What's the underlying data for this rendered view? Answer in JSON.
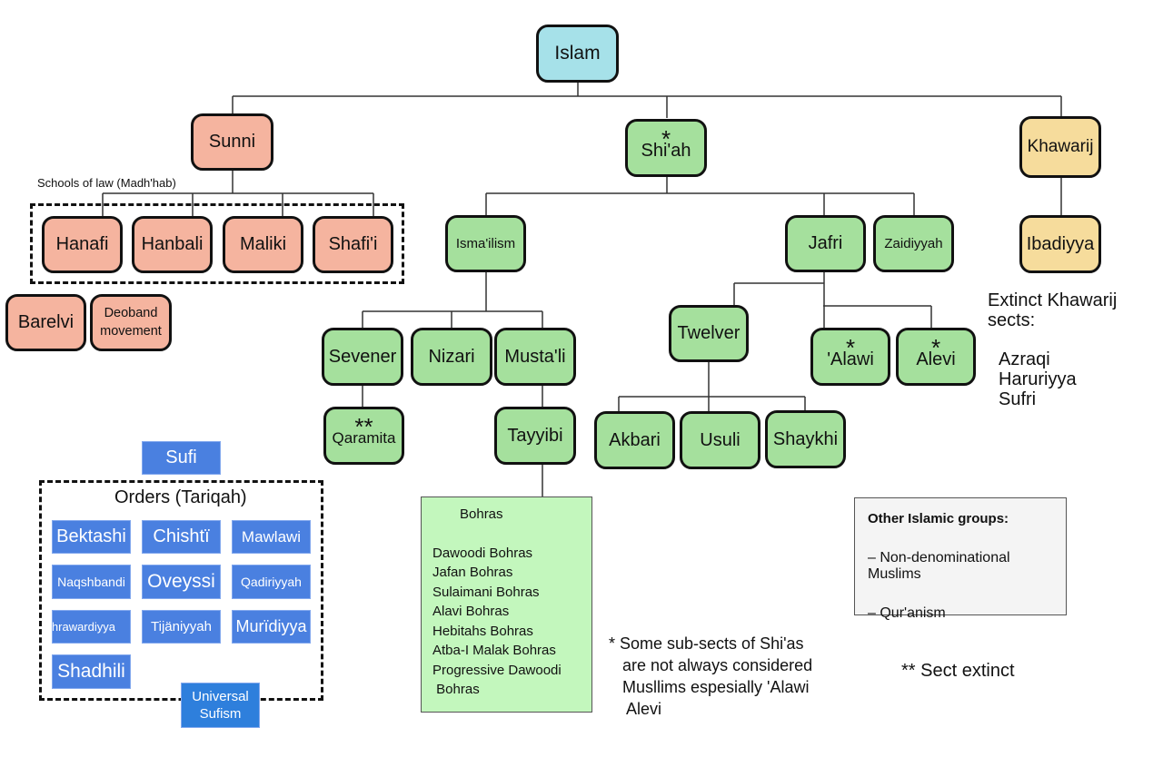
{
  "root": {
    "label": "Islam"
  },
  "branches": {
    "sunni": {
      "label": "Sunni"
    },
    "shiah": {
      "label": "Shi'ah",
      "marker": "*"
    },
    "khawarij": {
      "label": "Khawarij"
    }
  },
  "sunni": {
    "schools_caption": "Schools of law (Madh'hab)",
    "schools": [
      "Hanafi",
      "Hanbali",
      "Maliki",
      "Shafi'i"
    ],
    "movements": [
      "Barelvi",
      "Deoband\nmovement"
    ]
  },
  "shiah": {
    "ismailism": {
      "label": "Isma'ilism"
    },
    "jafri": {
      "label": "Jafri"
    },
    "zaidiyyah": {
      "label": "Zaidiyyah"
    },
    "sevener": {
      "label": "Sevener"
    },
    "nizari": {
      "label": "Nizari"
    },
    "mustali": {
      "label": "Musta'li"
    },
    "qaramita": {
      "label": "Qaramita",
      "marker": "**"
    },
    "tayyibi": {
      "label": "Tayyibi"
    },
    "twelver": {
      "label": "Twelver"
    },
    "alawi": {
      "label": "'Alawi",
      "marker": "*"
    },
    "alevi": {
      "label": "Alevi",
      "marker": "*"
    },
    "akbari": {
      "label": "Akbari"
    },
    "usuli": {
      "label": "Usuli"
    },
    "shaykhi": {
      "label": "Shaykhi"
    }
  },
  "bohras": {
    "title": "Bohras",
    "items": [
      "Dawoodi Bohras",
      "Jafan Bohras",
      "Sulaimani Bohras",
      "Alavi Bohras",
      "Hebitahs Bohras",
      "Atba-I Malak Bohras",
      "Progressive Dawoodi",
      " Bohras"
    ]
  },
  "khawarij": {
    "ibadiyya": {
      "label": "Ibadiyya"
    },
    "extinct_title": "Extinct Khawarij\nsects:",
    "extinct": [
      "Azraqi",
      "Haruriyya",
      "Sufri"
    ]
  },
  "sufi": {
    "label": "Sufi",
    "orders_caption": "Orders (Tariqah)",
    "orders": [
      "Bektashi",
      "Chishtï",
      "Mawlawi",
      "Naqshbandi",
      "Oveyssi",
      "Qadiriyyah",
      "Suhrawardiyya",
      "Tijäniyyah",
      "Murïdiyya",
      "Shadhili"
    ],
    "universal": "Universal\nSufism"
  },
  "other_groups": {
    "title": "Other Islamic groups:",
    "items": [
      "– Non-denominational Muslims",
      "– Qur'anism"
    ]
  },
  "notes": {
    "shia_note": "* Some sub-sects of Shi'as\n   are not always considered\n   Musllims espesially 'Alawi\n    Alevi",
    "extinct_note": "** Sect extinct"
  },
  "colors": {
    "root": "#a6e1e9",
    "sunni": "#f5b49f",
    "shiah": "#a5e09d",
    "khawarij": "#f6dc9c",
    "sufi": "#4a80e0",
    "bohras": "#c3f7bd"
  }
}
